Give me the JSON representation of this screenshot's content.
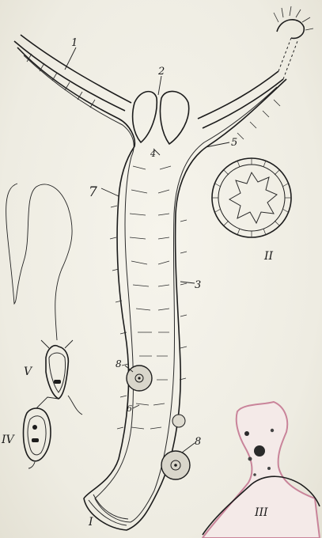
{
  "figure": {
    "labels": {
      "tentacle": "1",
      "mouth": "2",
      "gastral_cavity": "3",
      "stinging_cell": "4",
      "ectoderm": "5",
      "mesoglea": "6",
      "neuron_cell": "7",
      "egg_cell": "8",
      "section_cross": "II",
      "section_body": "I",
      "section_tissue": "III",
      "section_euglena": "V",
      "section_cyst": "IV"
    }
  }
}
